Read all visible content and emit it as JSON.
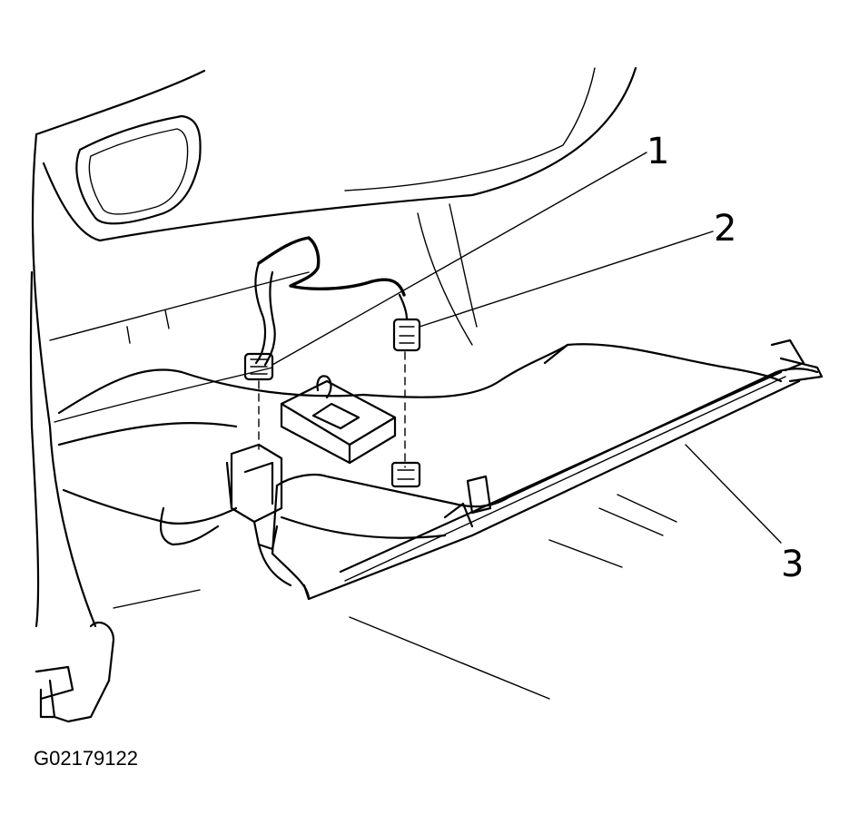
{
  "callouts": [
    {
      "id": "1",
      "label": "1"
    },
    {
      "id": "2",
      "label": "2"
    },
    {
      "id": "3",
      "label": "3"
    }
  ],
  "figure_id": "G02179122"
}
